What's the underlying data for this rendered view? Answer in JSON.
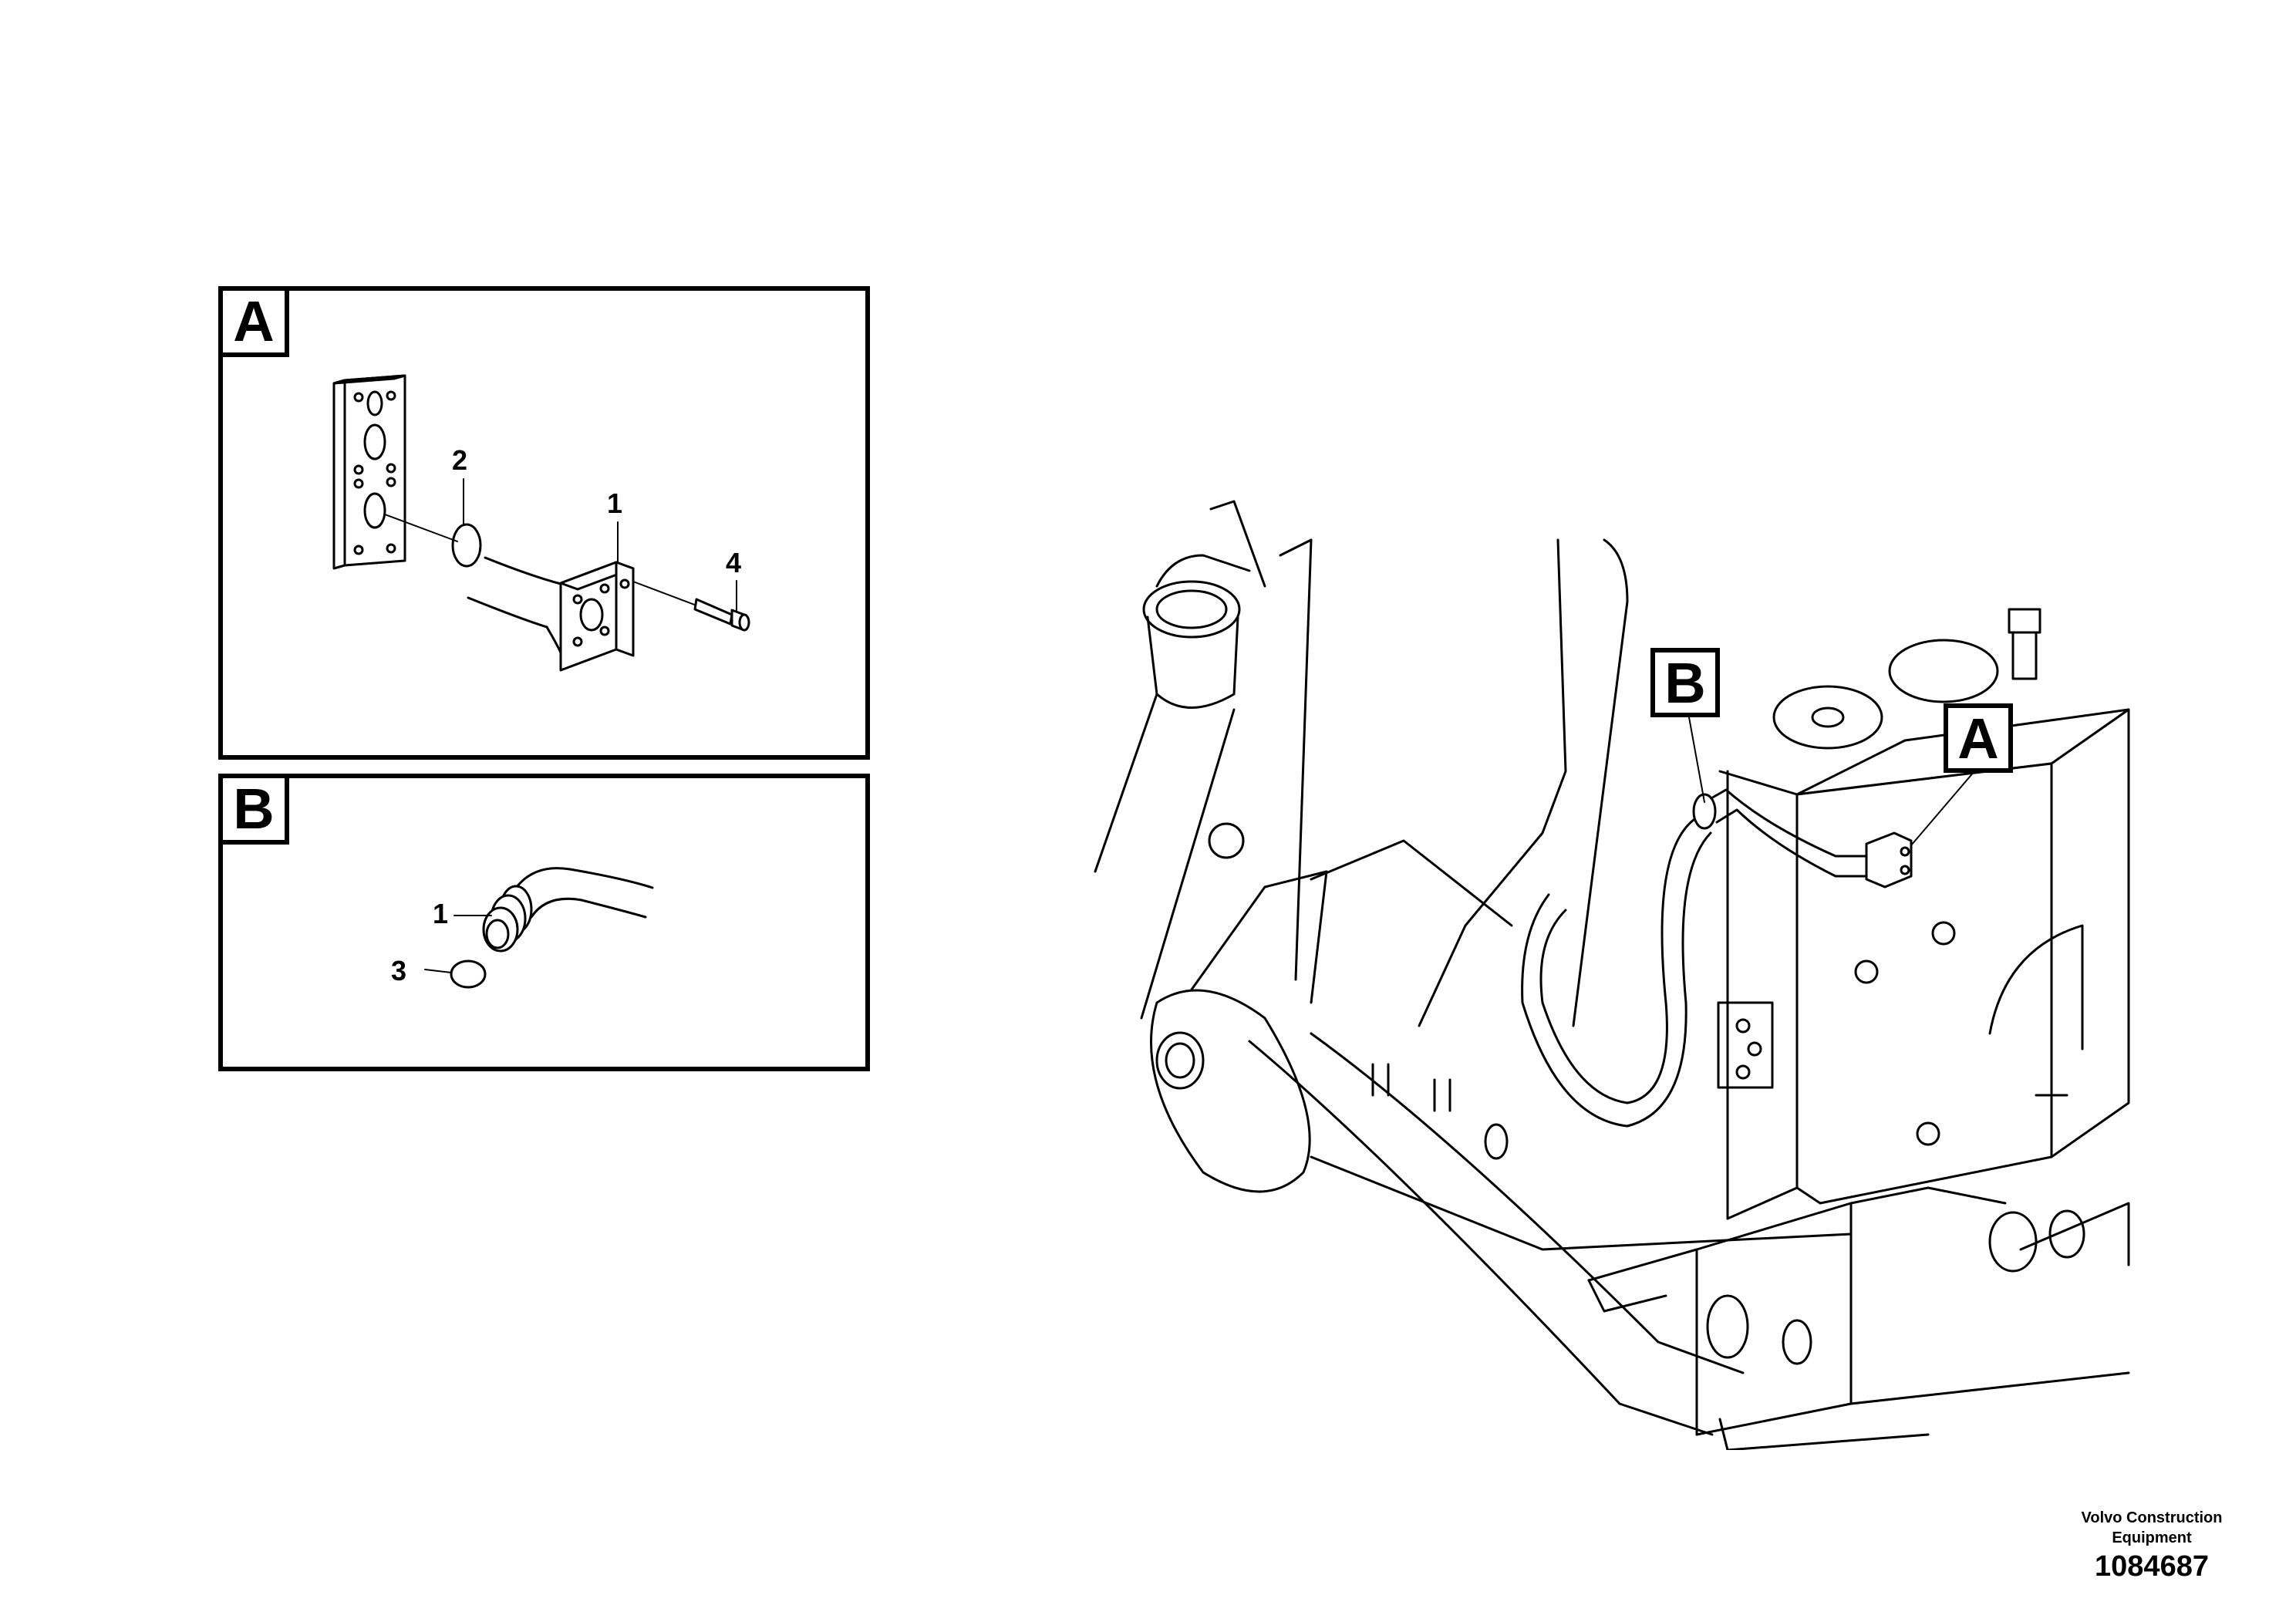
{
  "panels": {
    "a": {
      "tag": "A",
      "labels": {
        "item_1": "1",
        "item_2": "2",
        "item_4": "4"
      }
    },
    "b": {
      "tag": "B",
      "labels": {
        "item_1": "1",
        "item_3": "3"
      }
    }
  },
  "main_view": {
    "callout_a": "A",
    "callout_b": "B"
  },
  "footer": {
    "company": "Volvo Construction Equipment",
    "drawing_number": "1084687"
  }
}
